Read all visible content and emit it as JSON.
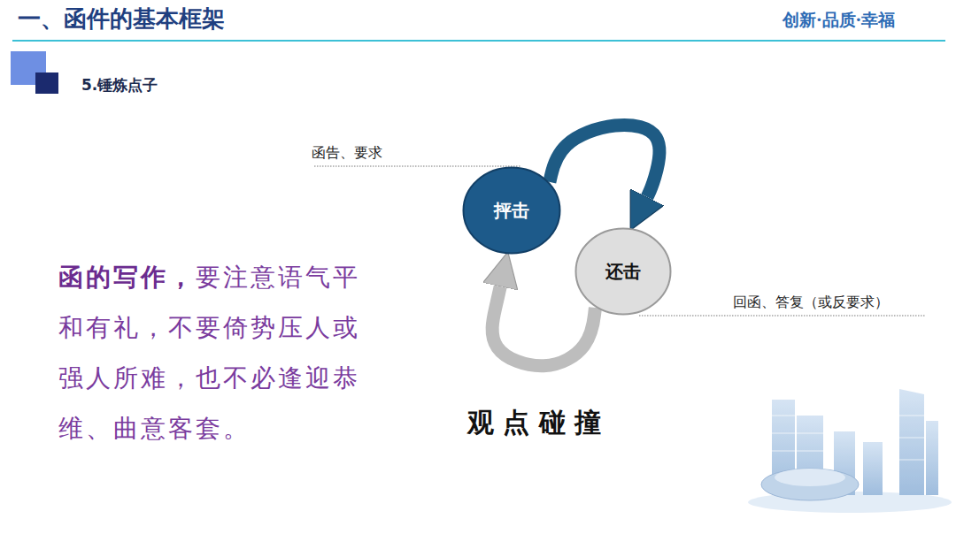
{
  "diagram": {
    "title": "一、函件的基本框架",
    "nodes": [
      {
        "text": [
          "抨击"
        ]
      },
      {
        "text": [
          "还击"
        ]
      }
    ],
    "edges": [
      {
        "from": 0,
        "to": 1,
        "arrow": "to"
      },
      {
        "from": 1,
        "to": 0,
        "arrow": "to"
      }
    ],
    "labels": [
      "创新·品质·幸福",
      "5.锤炼点子",
      "函告、要求",
      "回函、答复（或反要求）",
      "函的写作，",
      "要注意语气平和有礼，不要倚势压人或强人所难，也不必逢迎恭维、曲意客套。",
      "观 点 碰 撞"
    ]
  }
}
